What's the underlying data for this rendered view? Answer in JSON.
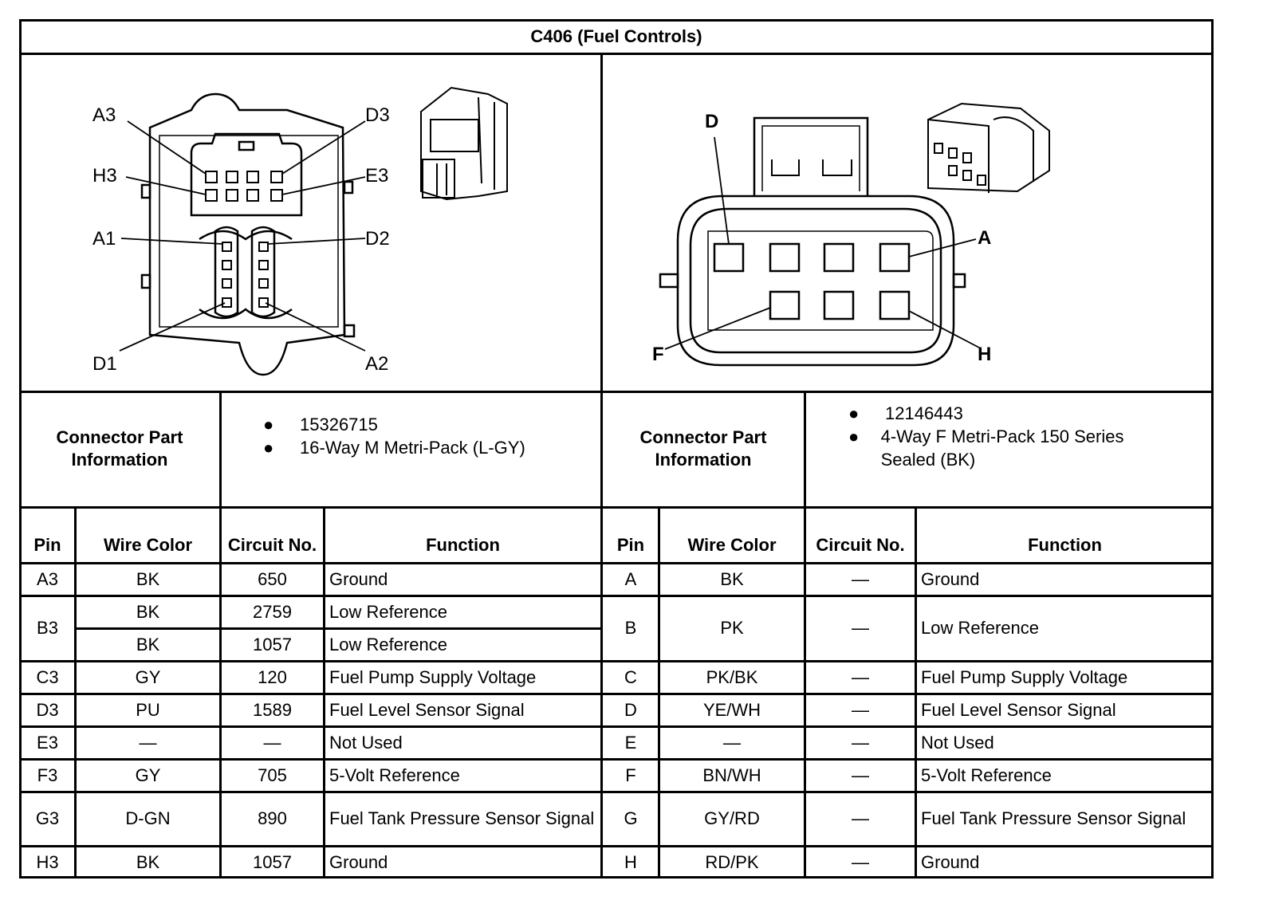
{
  "title": "C406 (Fuel Controls)",
  "left_connector": {
    "pin_labels": [
      "A3",
      "D3",
      "H3",
      "E3",
      "A1",
      "D2",
      "D1",
      "A2"
    ],
    "info_label": "Connector Part Information",
    "info_items": [
      "15326715",
      "16-Way M Metri-Pack (L-GY)"
    ],
    "columns": [
      "Pin",
      "Wire Color",
      "Circuit No.",
      "Function"
    ],
    "rows": [
      {
        "pin": "A3",
        "wires": [
          {
            "color": "BK",
            "circuit": "650",
            "function": "Ground"
          }
        ]
      },
      {
        "pin": "B3",
        "wires": [
          {
            "color": "BK",
            "circuit": "2759",
            "function": "Low Reference"
          },
          {
            "color": "BK",
            "circuit": "1057",
            "function": "Low Reference"
          }
        ]
      },
      {
        "pin": "C3",
        "wires": [
          {
            "color": "GY",
            "circuit": "120",
            "function": "Fuel Pump Supply Voltage"
          }
        ]
      },
      {
        "pin": "D3",
        "wires": [
          {
            "color": "PU",
            "circuit": "1589",
            "function": "Fuel Level Sensor Signal"
          }
        ]
      },
      {
        "pin": "E3",
        "wires": [
          {
            "color": "—",
            "circuit": "—",
            "function": "Not Used"
          }
        ]
      },
      {
        "pin": "F3",
        "wires": [
          {
            "color": "GY",
            "circuit": "705",
            "function": "5-Volt Reference"
          }
        ]
      },
      {
        "pin": "G3",
        "wires": [
          {
            "color": "D-GN",
            "circuit": "890",
            "function": "Fuel Tank Pressure Sensor Signal"
          }
        ]
      },
      {
        "pin": "H3",
        "wires": [
          {
            "color": "BK",
            "circuit": "1057",
            "function": "Ground"
          }
        ]
      }
    ]
  },
  "right_connector": {
    "pin_labels": [
      "D",
      "A",
      "F",
      "H"
    ],
    "info_label": "Connector Part Information",
    "info_items": [
      "12146443",
      "4-Way F Metri-Pack 150 Series Sealed (BK)"
    ],
    "columns": [
      "Pin",
      "Wire Color",
      "Circuit No.",
      "Function"
    ],
    "rows": [
      {
        "pin": "A",
        "wires": [
          {
            "color": "BK",
            "circuit": "—",
            "function": "Ground"
          }
        ]
      },
      {
        "pin": "B",
        "wires": [
          {
            "color": "PK",
            "circuit": "—",
            "function": "Low Reference"
          }
        ]
      },
      {
        "pin": "C",
        "wires": [
          {
            "color": "PK/BK",
            "circuit": "—",
            "function": "Fuel Pump Supply Voltage"
          }
        ]
      },
      {
        "pin": "D",
        "wires": [
          {
            "color": "YE/WH",
            "circuit": "—",
            "function": "Fuel Level Sensor Signal"
          }
        ]
      },
      {
        "pin": "E",
        "wires": [
          {
            "color": "—",
            "circuit": "—",
            "function": "Not Used"
          }
        ]
      },
      {
        "pin": "F",
        "wires": [
          {
            "color": "BN/WH",
            "circuit": "—",
            "function": "5-Volt Reference"
          }
        ]
      },
      {
        "pin": "G",
        "wires": [
          {
            "color": "GY/RD",
            "circuit": "—",
            "function": "Fuel Tank Pressure Sensor Signal"
          }
        ]
      },
      {
        "pin": "H",
        "wires": [
          {
            "color": "RD/PK",
            "circuit": "—",
            "function": "Ground"
          }
        ]
      }
    ]
  }
}
